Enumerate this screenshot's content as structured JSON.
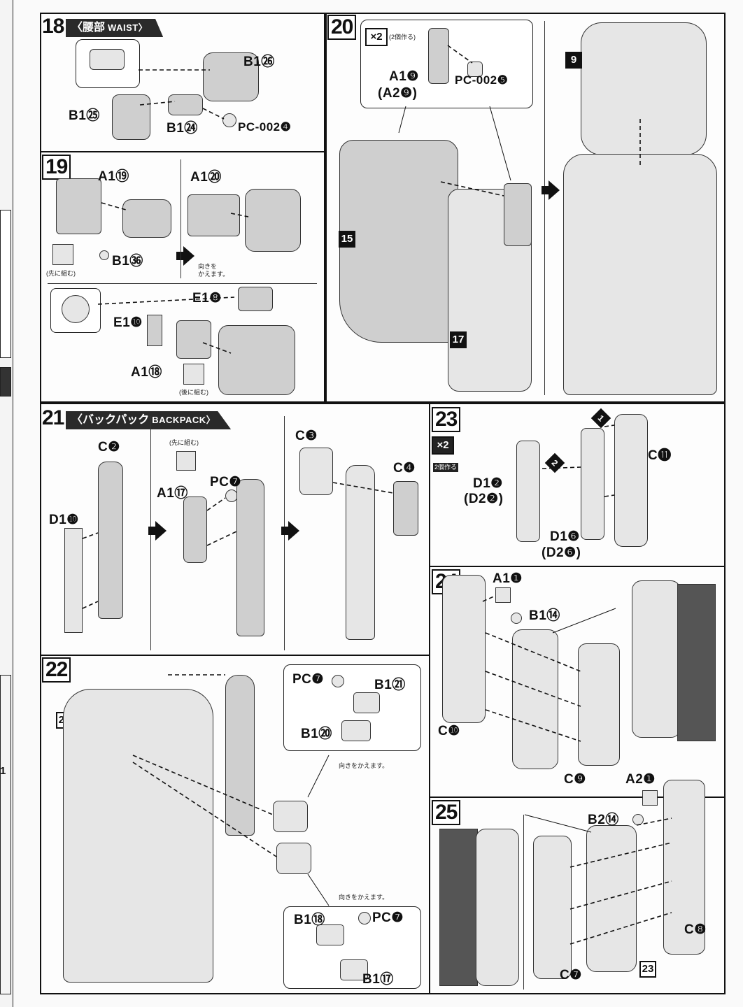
{
  "steps": {
    "s18": {
      "num": "18",
      "title_jp": "〈腰部",
      "title_en": "WAIST〉",
      "labels": [
        "B1㉖",
        "B1㉕",
        "B1㉔",
        "PC-002❹"
      ]
    },
    "s19": {
      "num": "19",
      "labels": [
        "A1⑲",
        "B1㊱",
        "A1⑳",
        "E1❽",
        "E1❿",
        "A1⑱"
      ],
      "notes": [
        "(先に組む)",
        "向きを",
        "かえます。",
        "(後に組む)"
      ]
    },
    "s20": {
      "num": "20",
      "multiplier": "×2",
      "multiplier_note": "(2個作る)",
      "labels": [
        "A1❾",
        "(A2❾)",
        "PC-002❺"
      ],
      "refs": [
        "15",
        "17",
        "9"
      ]
    },
    "s21": {
      "num": "21",
      "title_jp": "〈バックパック",
      "title_en": "BACKPACK〉",
      "labels": [
        "C❷",
        "D1❿",
        "A1⑰",
        "PC❼",
        "C❸",
        "C❹"
      ],
      "notes": [
        "(先に組む)"
      ]
    },
    "s22": {
      "num": "22",
      "refs": [
        "20"
      ],
      "labels": [
        "PC❼",
        "B1㉑",
        "B1⑳",
        "B1⑱",
        "PC❼",
        "B1⑰"
      ],
      "notes": [
        "向きをかえます。",
        "向きをかえます。"
      ]
    },
    "s23": {
      "num": "23",
      "multiplier": "×2",
      "multiplier_note": "2個作る",
      "labels": [
        "C⓫",
        "D1❷",
        "(D2❷)",
        "D1❻",
        "(D2❻)"
      ],
      "order": [
        "1",
        "2"
      ]
    },
    "s24": {
      "num": "24",
      "labels": [
        "A1❶",
        "B1⑭",
        "C❿",
        "C❾"
      ]
    },
    "s25": {
      "num": "25",
      "labels": [
        "A2❶",
        "B2⑭",
        "C❽",
        "C❼"
      ],
      "refs": [
        "23"
      ]
    }
  },
  "edge": {
    "labels": [
      "1"
    ]
  }
}
